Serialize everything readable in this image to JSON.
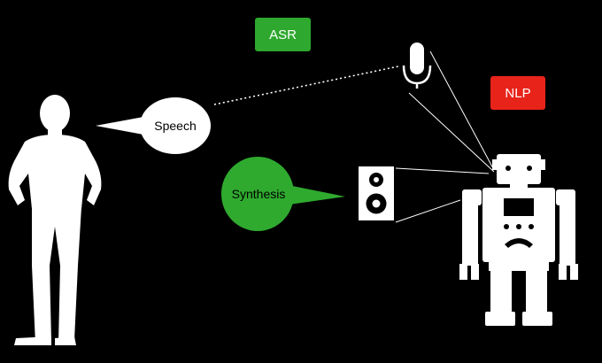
{
  "labels": {
    "speech": "Speech",
    "synthesis": "Synthesis",
    "asr": "ASR",
    "nlp": "NLP"
  },
  "colors": {
    "background": "#000000",
    "figure": "#ffffff",
    "asr_badge": "#2ea82e",
    "nlp_badge": "#e8231a",
    "synthesis_bubble": "#2faa2f"
  },
  "icons": [
    "person-silhouette",
    "microphone-icon",
    "speaker-icon",
    "robot-icon"
  ]
}
